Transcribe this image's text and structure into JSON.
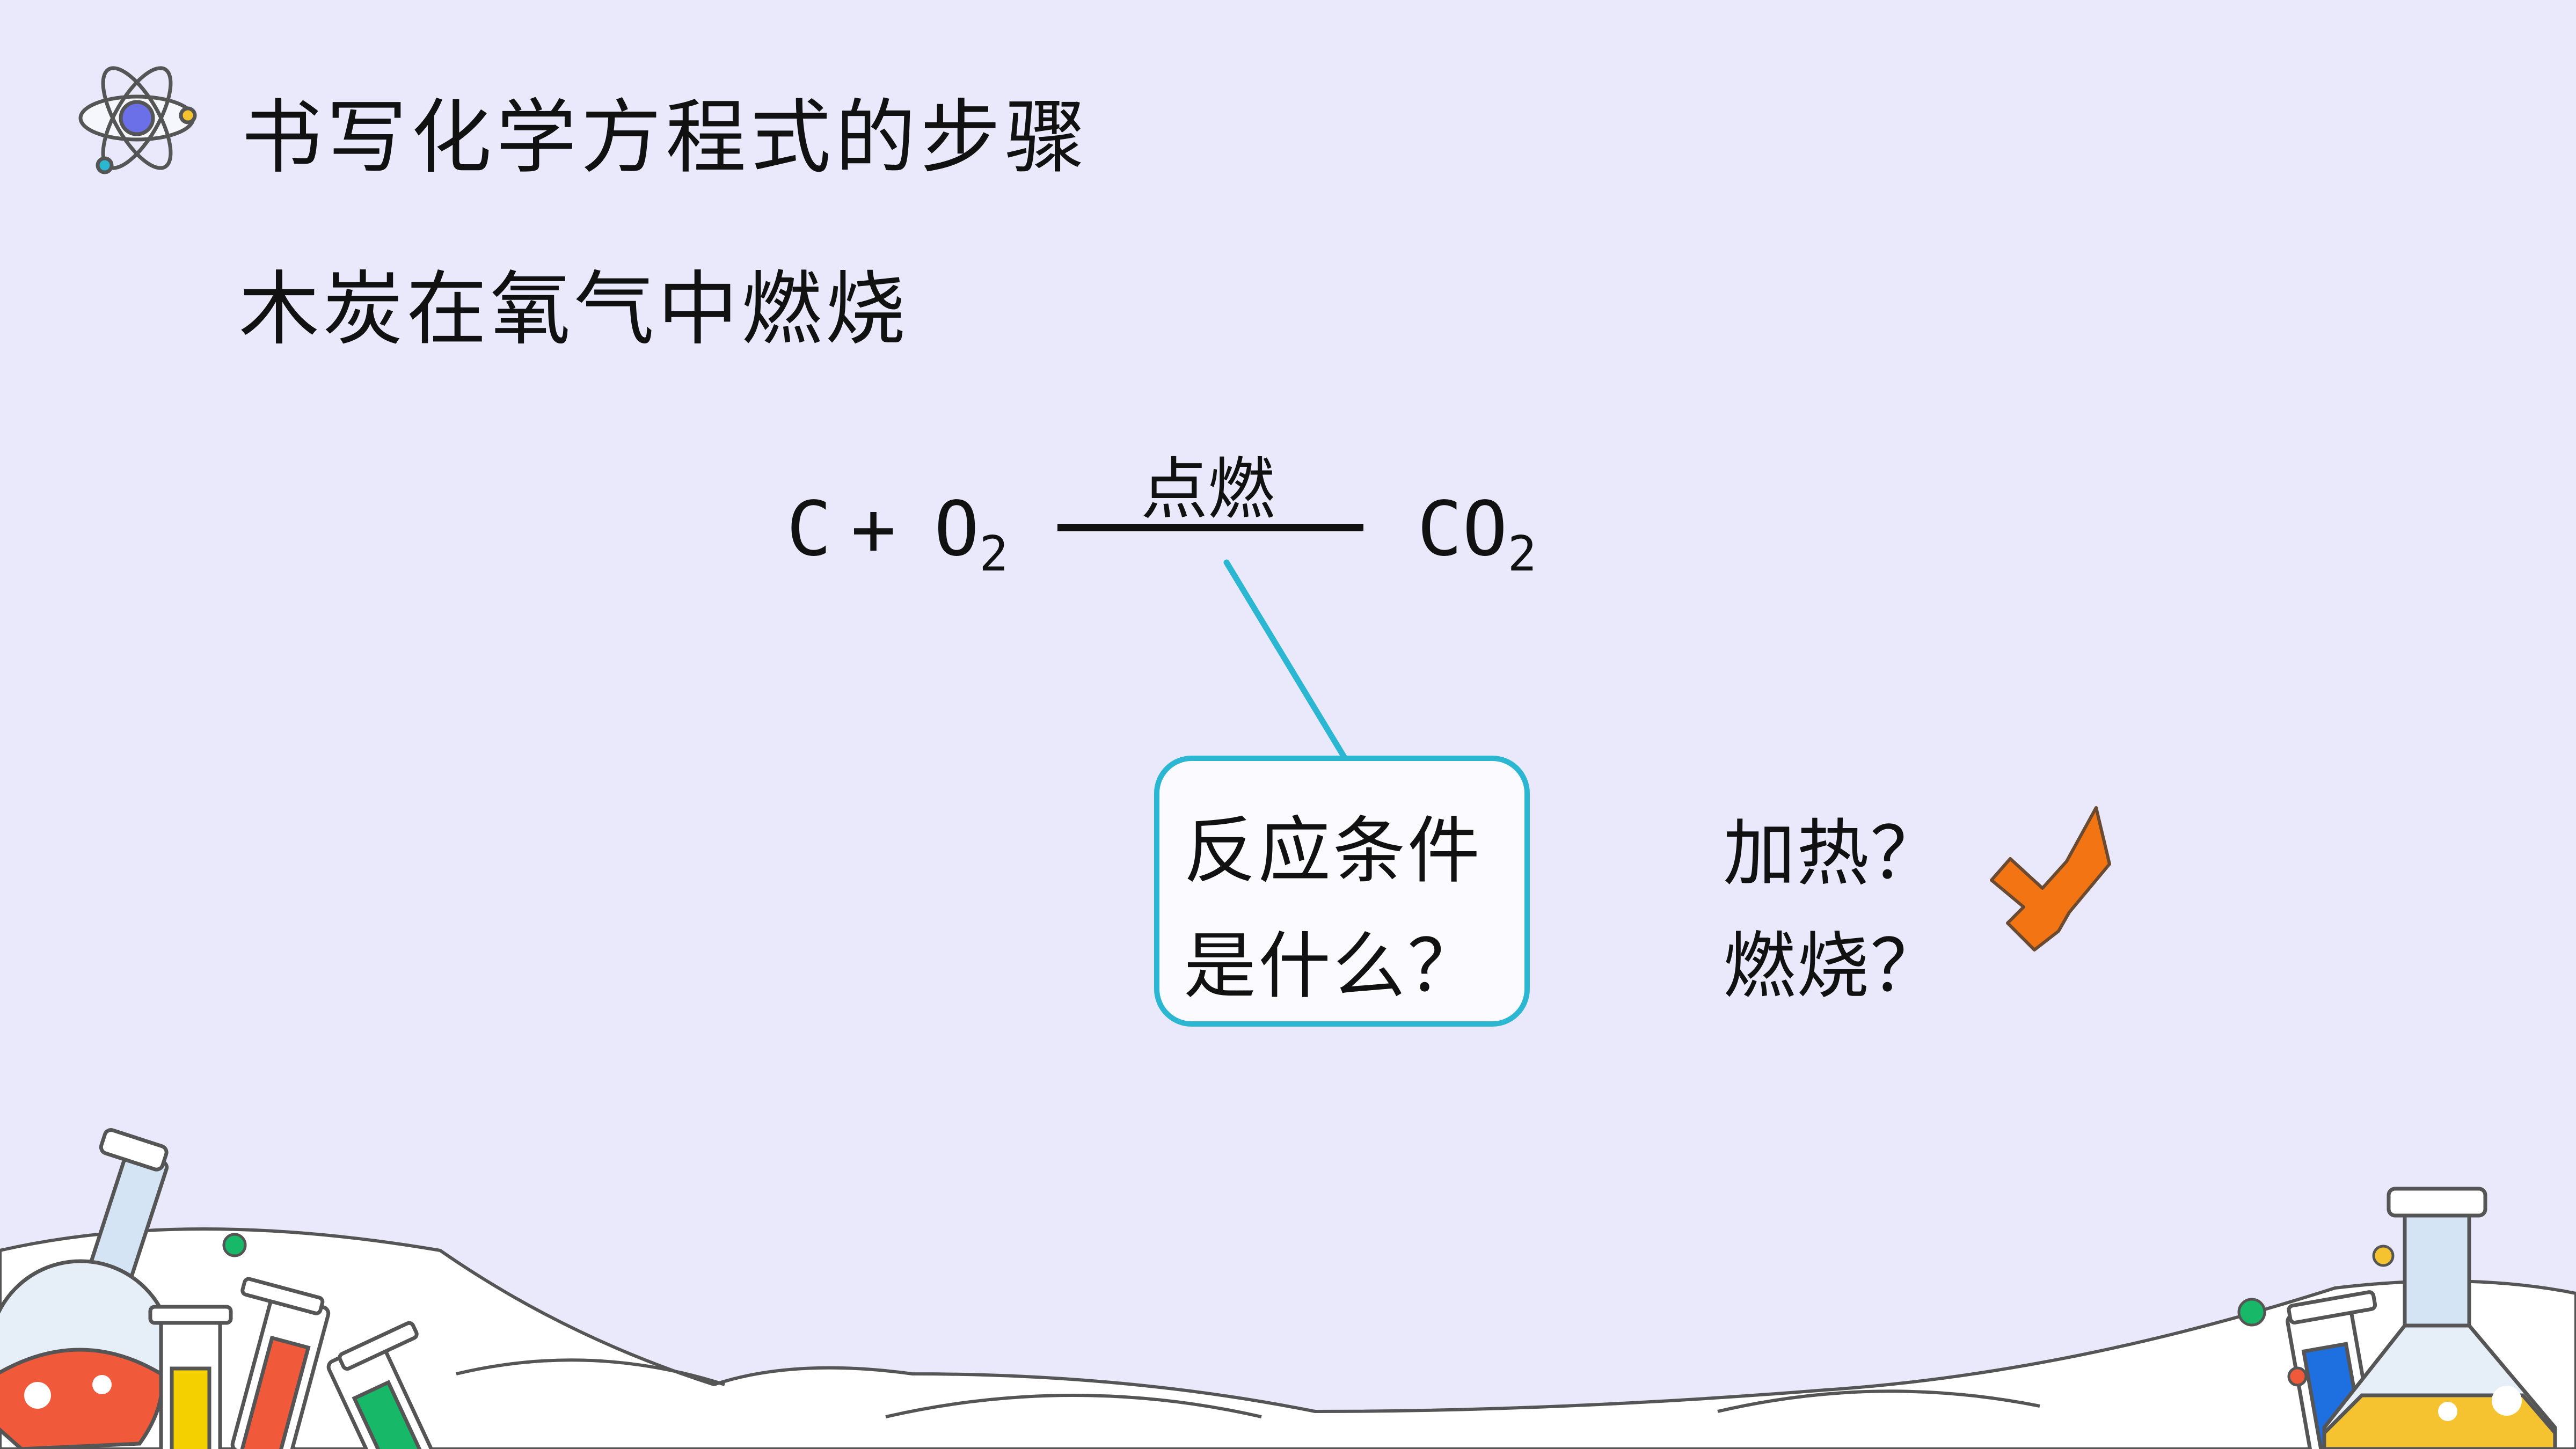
{
  "slide": {
    "title": "书写化学方程式的步骤",
    "subtitle": "木炭在氧气中燃烧",
    "equation": {
      "reactant_1": "C",
      "plus": "+",
      "reactant_2": "O",
      "reactant_2_sub": "2",
      "condition": "点燃",
      "product": "CO",
      "product_sub": "2"
    },
    "callout": {
      "line_1": "反应条件",
      "line_2": "是什么？"
    },
    "options": {
      "option_1": "加热？",
      "option_2": "燃烧？"
    }
  },
  "colors": {
    "background": "#e9e9fb",
    "accent_cyan": "#2bb7d2",
    "cross_orange": "#f27412",
    "atom_purple": "#6b6fe8",
    "outline": "#555555"
  },
  "icons": {
    "title_icon": "atom-icon",
    "mark_icon": "orange-cross-icon",
    "decoration_left": "lab-flask-test-tubes",
    "decoration_right": "lab-flask-test-tubes"
  }
}
